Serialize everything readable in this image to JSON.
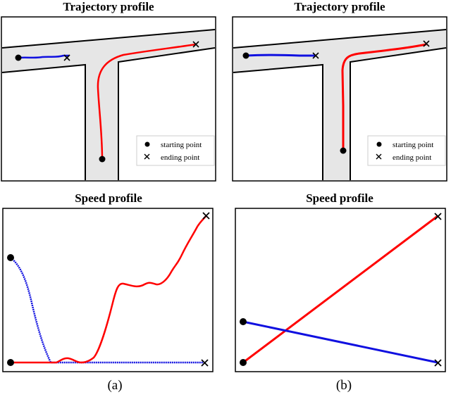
{
  "panels": [
    {
      "id": "a",
      "trajectory_title": "Trajectory profile",
      "speed_title": "Speed profile",
      "caption": "(a)",
      "legend": {
        "start_label": "starting point",
        "end_label": "ending point"
      }
    },
    {
      "id": "b",
      "trajectory_title": "Trajectory profile",
      "speed_title": "Speed profile",
      "caption": "(b)",
      "legend": {
        "start_label": "starting point",
        "end_label": "ending point"
      }
    }
  ],
  "colors": {
    "red": "#ff0000",
    "blue": "#1010e0",
    "road": "#e6e6e6",
    "frame": "#000000"
  }
}
